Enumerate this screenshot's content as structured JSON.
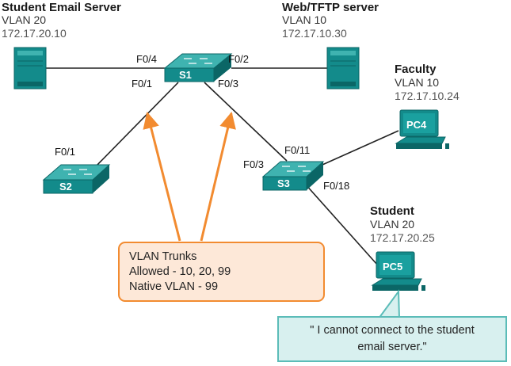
{
  "devices": {
    "email_server": {
      "name": "Student Email Server",
      "vlan": "VLAN 20",
      "ip": "172.17.20.10"
    },
    "tftp_server": {
      "name": "Web/TFTP server",
      "vlan": "VLAN 10",
      "ip": "172.17.10.30"
    },
    "s1": {
      "label": "S1"
    },
    "s2": {
      "label": "S2"
    },
    "s3": {
      "label": "S3"
    },
    "pc4": {
      "name": "Faculty",
      "vlan": "VLAN 10",
      "ip": "172.17.10.24",
      "label": "PC4"
    },
    "pc5": {
      "name": "Student",
      "vlan": "VLAN 20",
      "ip": "172.17.20.25",
      "label": "PC5"
    }
  },
  "ports": {
    "s1_f04": "F0/4",
    "s1_f02": "F0/2",
    "s1_f01": "F0/1",
    "s1_f03": "F0/3",
    "s2_f01": "F0/1",
    "s3_f011": "F0/11",
    "s3_f03": "F0/3",
    "s3_f018": "F0/18"
  },
  "trunk_callout": {
    "line1": "VLAN Trunks",
    "line2": "Allowed - 10, 20, 99",
    "line3": "Native VLAN - 99"
  },
  "student_quote": {
    "line1": "\" I cannot connect to the student",
    "line2": "email server.\""
  },
  "colors": {
    "device": "#138b8b",
    "device_dark": "#0b6666",
    "link": "#222222",
    "arrow": "#f28b30",
    "callout_fill": "#fde8d8",
    "quote_fill": "#d8f0ef",
    "quote_border": "#5bbcb8"
  }
}
